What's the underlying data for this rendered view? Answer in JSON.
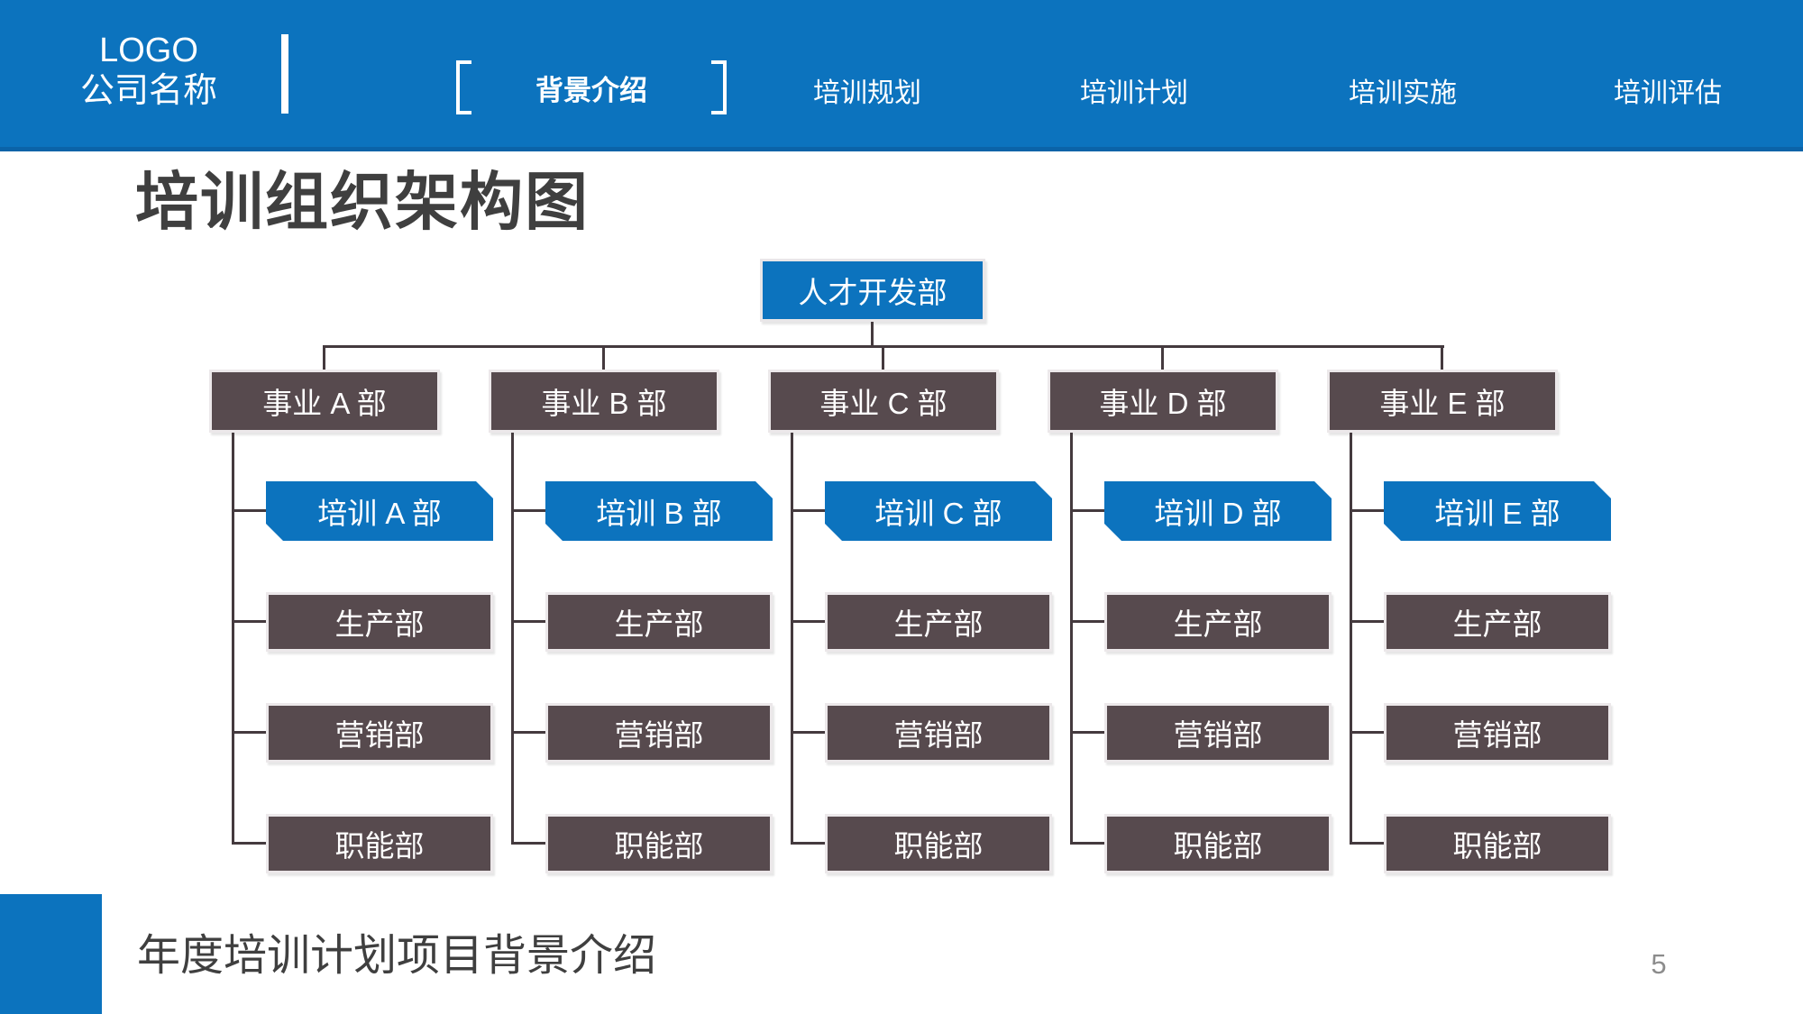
{
  "header": {
    "logo_line1": "LOGO",
    "logo_line2": "公司名称",
    "nav": [
      {
        "label": "背景介绍",
        "active": true
      },
      {
        "label": "培训规划",
        "active": false
      },
      {
        "label": "培训计划",
        "active": false
      },
      {
        "label": "培训实施",
        "active": false
      },
      {
        "label": "培训评估",
        "active": false
      }
    ]
  },
  "title": "培训组织架构图",
  "chart": {
    "root": "人才开发部",
    "columns": [
      {
        "division": "事业 A 部",
        "children": [
          "培训 A 部",
          "生产部",
          "营销部",
          "职能部"
        ]
      },
      {
        "division": "事业 B 部",
        "children": [
          "培训 B 部",
          "生产部",
          "营销部",
          "职能部"
        ]
      },
      {
        "division": "事业 C 部",
        "children": [
          "培训 C 部",
          "生产部",
          "营销部",
          "职能部"
        ]
      },
      {
        "division": "事业 D 部",
        "children": [
          "培训 D 部",
          "生产部",
          "营销部",
          "职能部"
        ]
      },
      {
        "division": "事业 E 部",
        "children": [
          "培训 E 部",
          "生产部",
          "营销部",
          "职能部"
        ]
      }
    ]
  },
  "footer": {
    "text": "年度培训计划项目背景介绍",
    "page": "5"
  },
  "colors": {
    "accent_blue": "#0C73BE",
    "header_border": "#0B63A8",
    "dark_box": "#574A4E",
    "connector": "#443A3E",
    "title_text": "#3F3F3F",
    "page_number": "#8C8C8C"
  }
}
